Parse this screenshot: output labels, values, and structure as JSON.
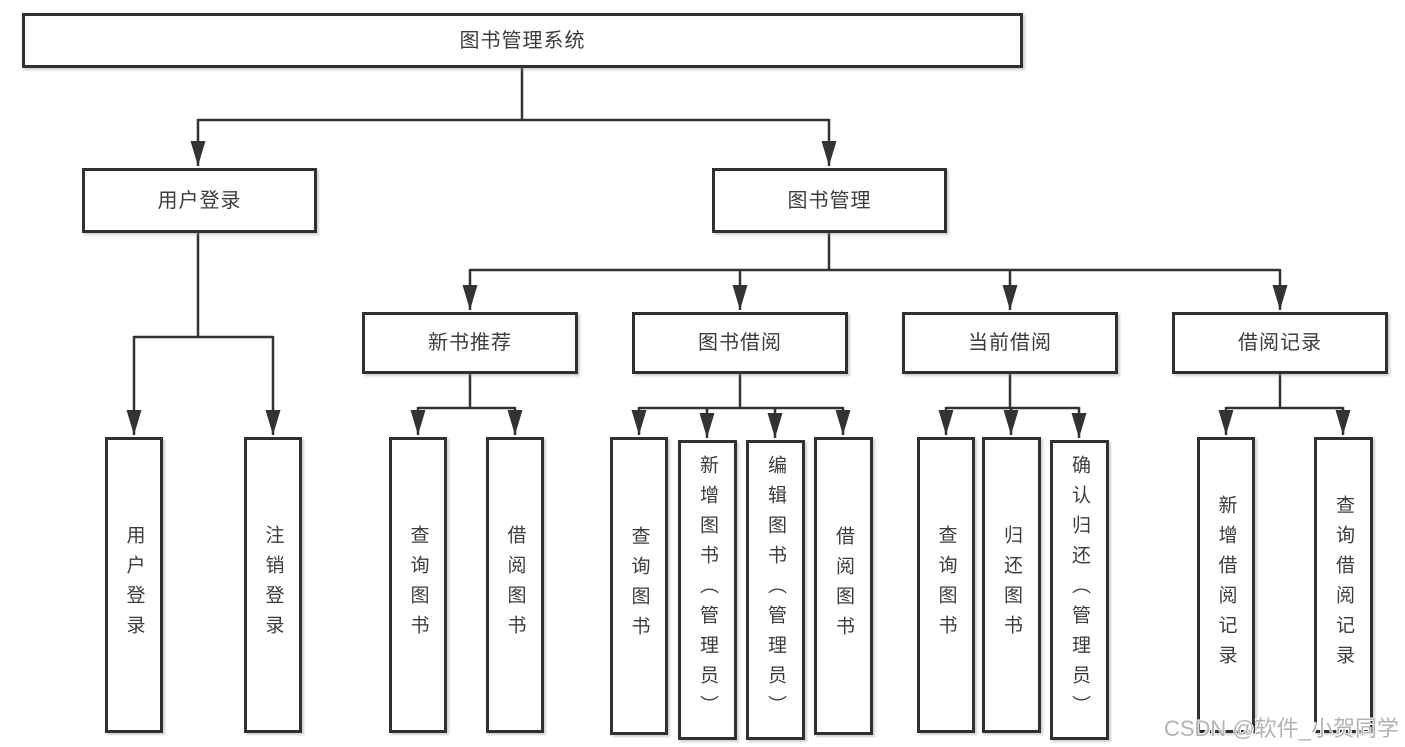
{
  "diagram": {
    "type": "hierarchy-tree",
    "root": "图书管理系统",
    "children": [
      {
        "label": "用户登录",
        "children": [
          {
            "label": "用户登录"
          },
          {
            "label": "注销登录"
          }
        ]
      },
      {
        "label": "图书管理",
        "children": [
          {
            "label": "新书推荐",
            "children": [
              {
                "label": "查询图书"
              },
              {
                "label": "借阅图书"
              }
            ]
          },
          {
            "label": "图书借阅",
            "children": [
              {
                "label": "查询图书"
              },
              {
                "label": "新增图书（管理员）"
              },
              {
                "label": "编辑图书（管理员）"
              },
              {
                "label": "借阅图书"
              }
            ]
          },
          {
            "label": "当前借阅",
            "children": [
              {
                "label": "查询图书"
              },
              {
                "label": "归还图书"
              },
              {
                "label": "确认归还（管理员）"
              }
            ]
          },
          {
            "label": "借阅记录",
            "children": [
              {
                "label": "新增借阅记录"
              },
              {
                "label": "查询借阅记录"
              }
            ]
          }
        ]
      }
    ]
  },
  "watermark": {
    "text": "CSDN @软件_小贺同学"
  },
  "colors": {
    "line": "#333333",
    "box_border": "#303030",
    "box_background": "#ffffff",
    "text": "#3c3c3c",
    "watermark": "#b3b3b3"
  }
}
